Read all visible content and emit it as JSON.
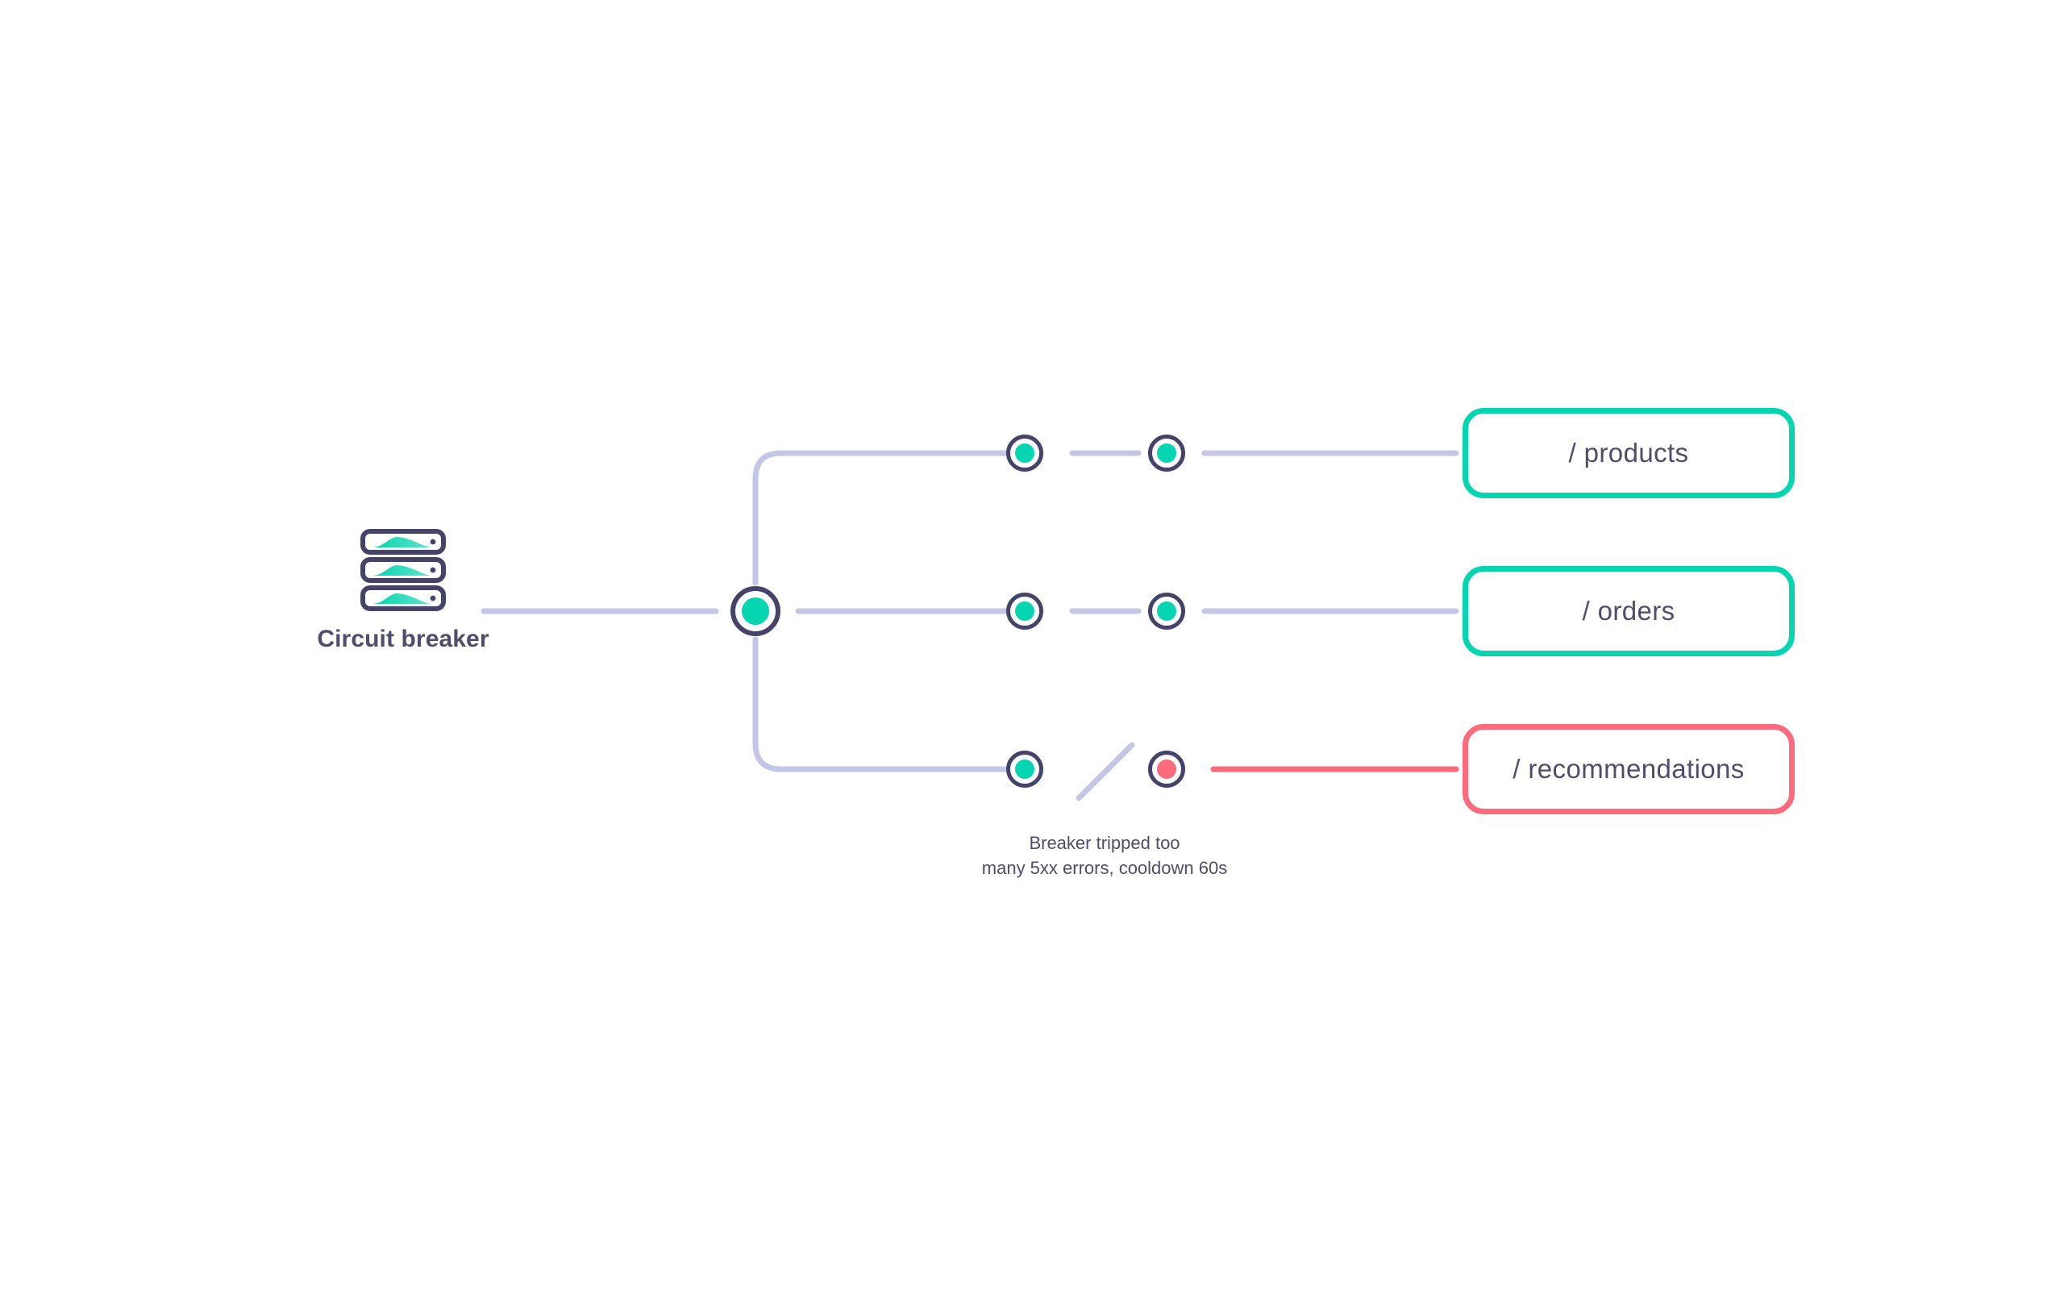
{
  "diagram": {
    "title_visible": false,
    "source": {
      "label": "Circuit breaker",
      "icon": "server-stack-icon"
    },
    "colors": {
      "healthy": "#05d5b0",
      "error": "#fb6b7c",
      "wire": "#c4c6e7",
      "ink": "#4e4d6c",
      "node_ring": "#45436a",
      "background": "#ffffff"
    },
    "branches": [
      {
        "id": "products",
        "endpoint_label": "/ products",
        "state": "healthy",
        "node_states": [
          "healthy",
          "healthy"
        ],
        "link_state": "connected"
      },
      {
        "id": "orders",
        "endpoint_label": "/ orders",
        "state": "healthy",
        "node_states": [
          "healthy",
          "healthy"
        ],
        "link_state": "connected"
      },
      {
        "id": "recommendations",
        "endpoint_label": "/ recommendations",
        "state": "error",
        "node_states": [
          "healthy",
          "error"
        ],
        "link_state": "broken"
      }
    ],
    "annotation": {
      "line1": "Breaker tripped too",
      "line2": "many 5xx errors, cooldown 60s"
    }
  }
}
